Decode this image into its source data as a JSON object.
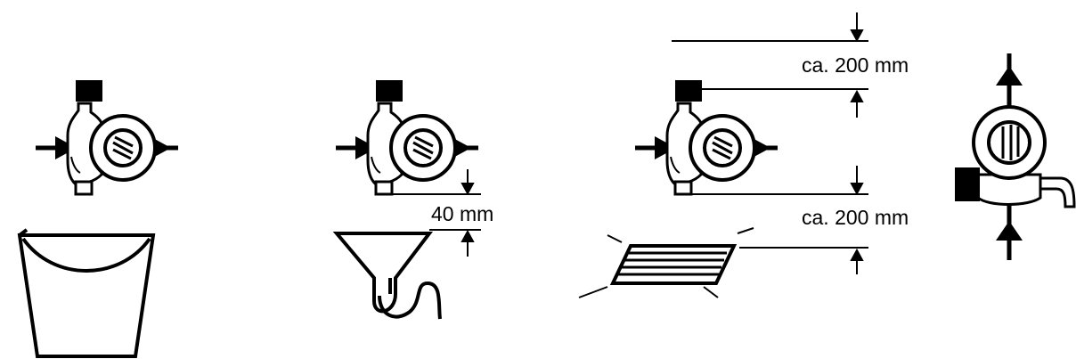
{
  "labels": {
    "dimension_top": "ca. 200 mm",
    "dimension_middle": "40 mm",
    "dimension_bottom": "ca. 200 mm"
  },
  "colors": {
    "ink": "#000000",
    "paper": "#ffffff"
  },
  "icons": [
    "pipe-flow-arrow-icon",
    "valve-body-icon",
    "valve-dial-icon",
    "bucket-icon",
    "funnel-siphon-icon",
    "floor-drain-icon",
    "dimension-arrow-icon"
  ]
}
